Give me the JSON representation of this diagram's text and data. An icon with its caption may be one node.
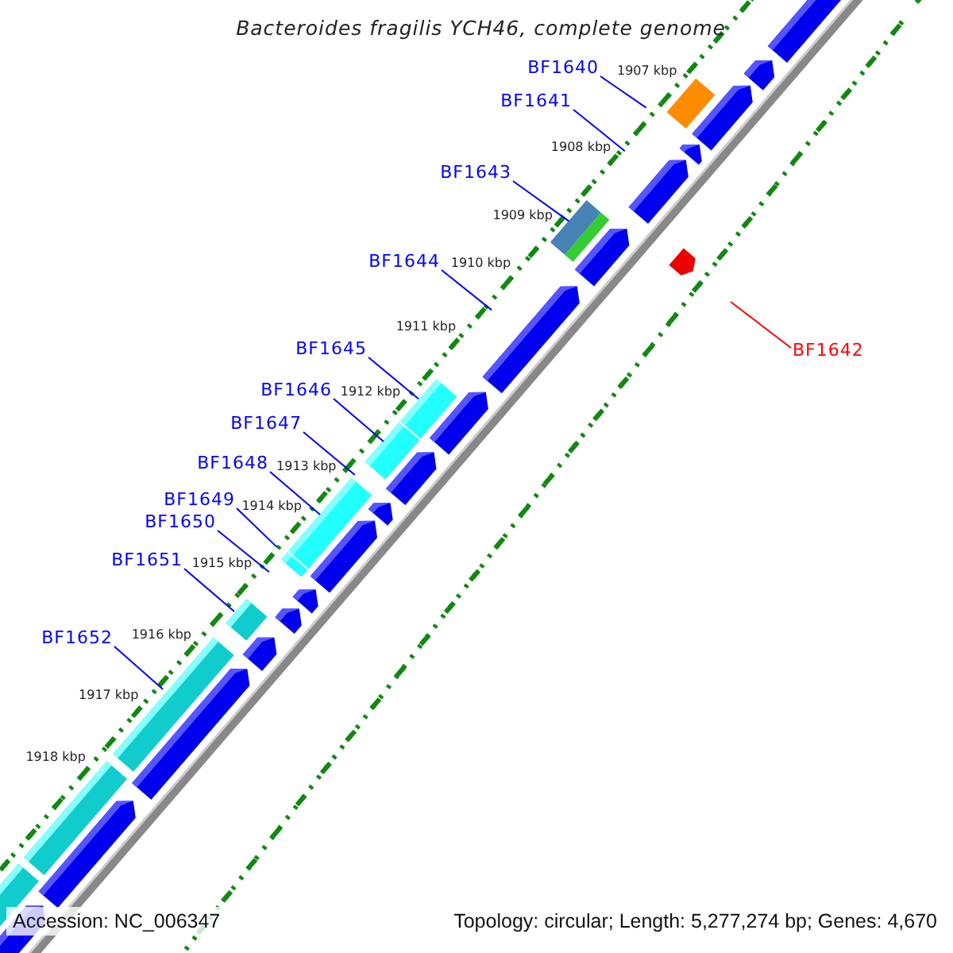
{
  "diagram": {
    "title": "Bacteroides fragilis YCH46, complete genome",
    "nodes": [
      {
        "text": [
          "BF1640"
        ]
      },
      {
        "text": [
          "BF1641"
        ]
      },
      {
        "text": [
          "BF1643"
        ]
      },
      {
        "text": [
          "BF1644"
        ]
      },
      {
        "text": [
          "BF1645"
        ]
      },
      {
        "text": [
          "BF1642"
        ]
      },
      {
        "text": [
          "BF1646"
        ]
      },
      {
        "text": [
          "BF1647"
        ]
      },
      {
        "text": [
          "BF1648"
        ]
      },
      {
        "text": [
          "BF1649"
        ]
      },
      {
        "text": [
          "BF1650"
        ]
      },
      {
        "text": [
          "BF1651"
        ]
      },
      {
        "text": [
          "BF1652"
        ]
      }
    ],
    "edges": [
      {
        "from": 0,
        "to": null,
        "arrow": "none"
      },
      {
        "from": 1,
        "to": null,
        "arrow": "none"
      },
      {
        "from": 2,
        "to": null,
        "arrow": "none"
      },
      {
        "from": 3,
        "to": null,
        "arrow": "none"
      },
      {
        "from": 4,
        "to": null,
        "arrow": "none"
      },
      {
        "from": 5,
        "to": null,
        "arrow": "none",
        "color": "#ff0000"
      },
      {
        "from": 6,
        "to": null,
        "arrow": "none"
      },
      {
        "from": 7,
        "to": null,
        "arrow": "none"
      },
      {
        "from": 8,
        "to": null,
        "arrow": "none"
      },
      {
        "from": 9,
        "to": null,
        "arrow": "none"
      },
      {
        "from": 10,
        "to": null,
        "arrow": "none"
      },
      {
        "from": 11,
        "to": null,
        "arrow": "none"
      },
      {
        "from": 12,
        "to": null,
        "arrow": "none"
      }
    ],
    "labels": [
      "1907 kbp",
      "1908 kbp",
      "1909 kbp",
      "1910 kbp",
      "1911 kbp",
      "1912 kbp",
      "1913 kbp",
      "1914 kbp",
      "1915 kbp",
      "1916 kbp",
      "1917 kbp",
      "1918 kbp",
      "Accession: NC_006347",
      "Topology: circular; Length: 5,277,274 bp; Genes: 4,670"
    ]
  }
}
